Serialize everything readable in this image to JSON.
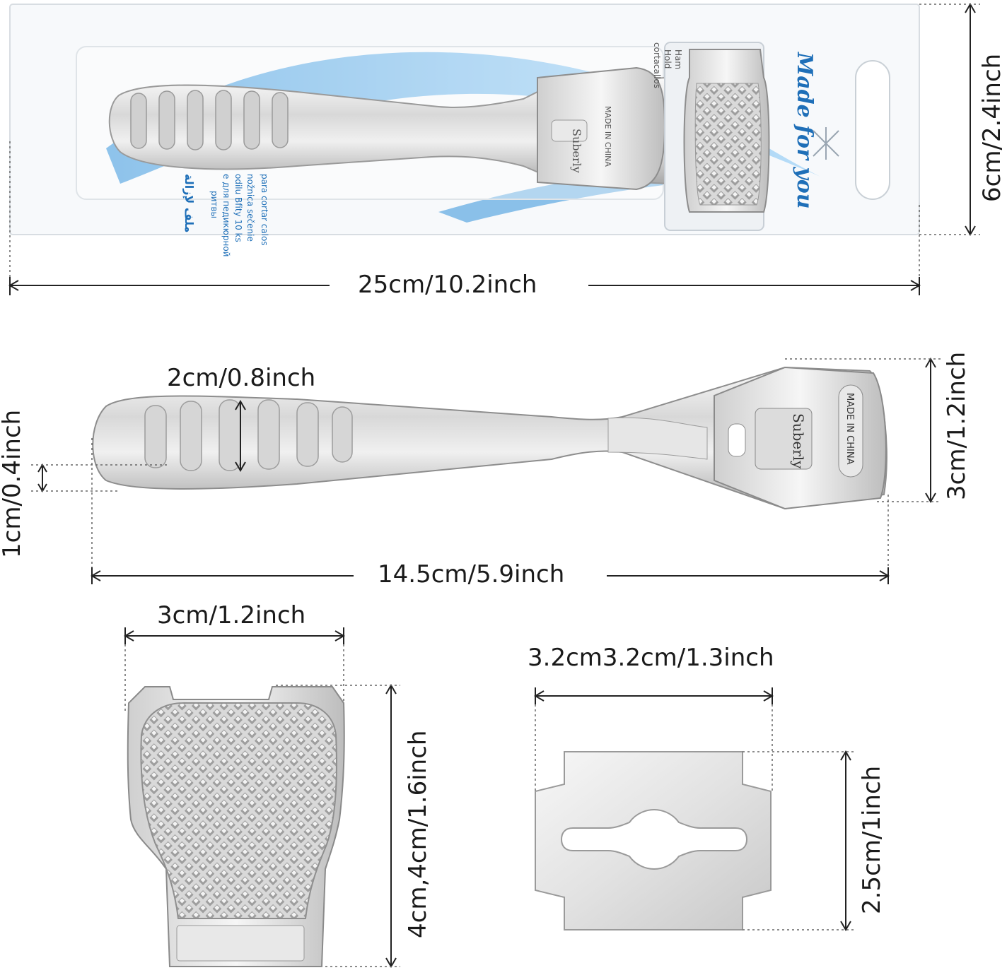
{
  "package": {
    "brand_script": "Made for you",
    "handle_brand": "Suberly",
    "made_in": "MADE IN CHINA",
    "print_lines": [
      "para cortar calos",
      "nožnica sečenie",
      "odilu Bfity 10 ks",
      "e для педикюрной",
      "ритвы",
      "ملف لإزالة"
    ],
    "cartridge_print": [
      "Ham",
      "Hold",
      "cortacallos"
    ]
  },
  "dimensions": {
    "package_width": "25cm/10.2inch",
    "package_height": "6cm/2.4inch",
    "grip_width": "2cm/0.8inch",
    "grip_depth": "1cm/0.4inch",
    "head_height": "3cm/1.2inch",
    "handle_length": "14.5cm/5.9inch",
    "rasp_width": "3cm/1.2inch",
    "rasp_height": "4cm,4cm/1.6inch",
    "blade_width": "3.2cm3.2cm/1.3inch",
    "blade_height": "2.5cm/1inch"
  },
  "colors": {
    "metal_light": "#f2f2f2",
    "metal_mid": "#c9c9c9",
    "metal_dark": "#8d8d8d",
    "accent_blue": "#1e88d8",
    "dim_line": "#222222"
  }
}
